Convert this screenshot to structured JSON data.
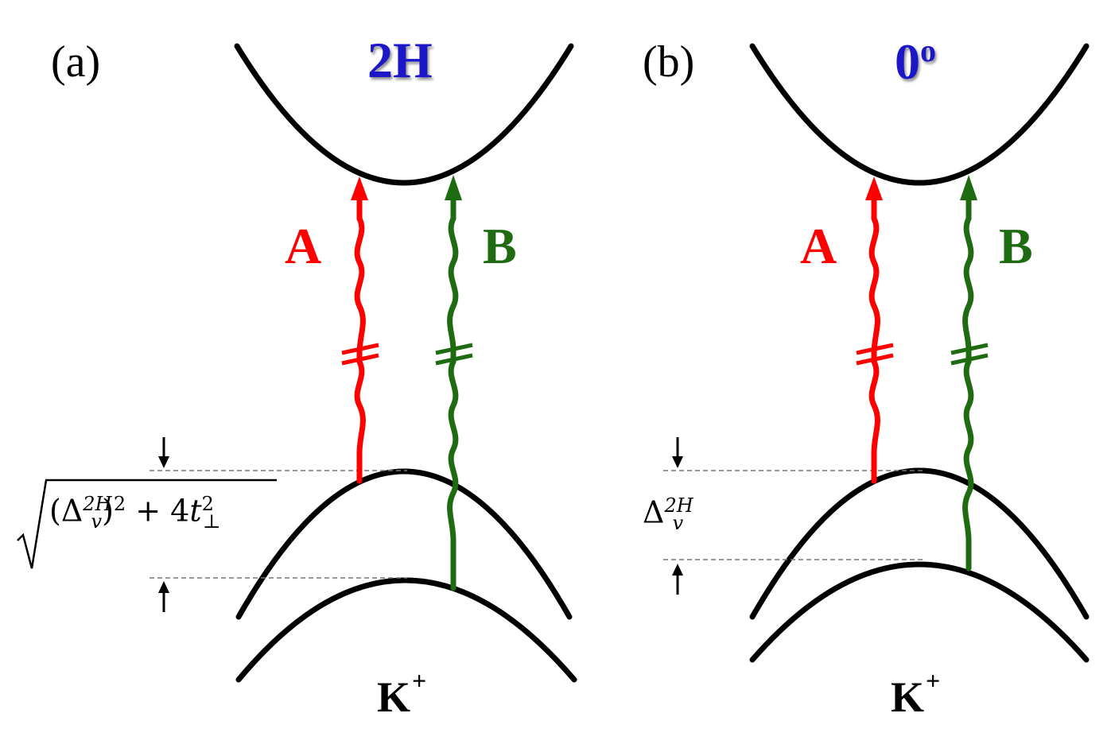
{
  "colors": {
    "band": "#000000",
    "transition_A": "#ff0000",
    "transition_B": "#1e6b12",
    "title": "#1b17c8",
    "guide": "#777777"
  },
  "panels": [
    {
      "label": "(a)",
      "title": "2H",
      "valley": "K",
      "valley_sup": "+",
      "transitions": [
        "A",
        "B"
      ],
      "gap_label": "√((Δv2H)2 + 4t⊥2)"
    },
    {
      "label": "(b)",
      "title": "0o",
      "valley": "K",
      "valley_sup": "+",
      "transitions": [
        "A",
        "B"
      ],
      "gap_label": "Δv2H"
    }
  ]
}
